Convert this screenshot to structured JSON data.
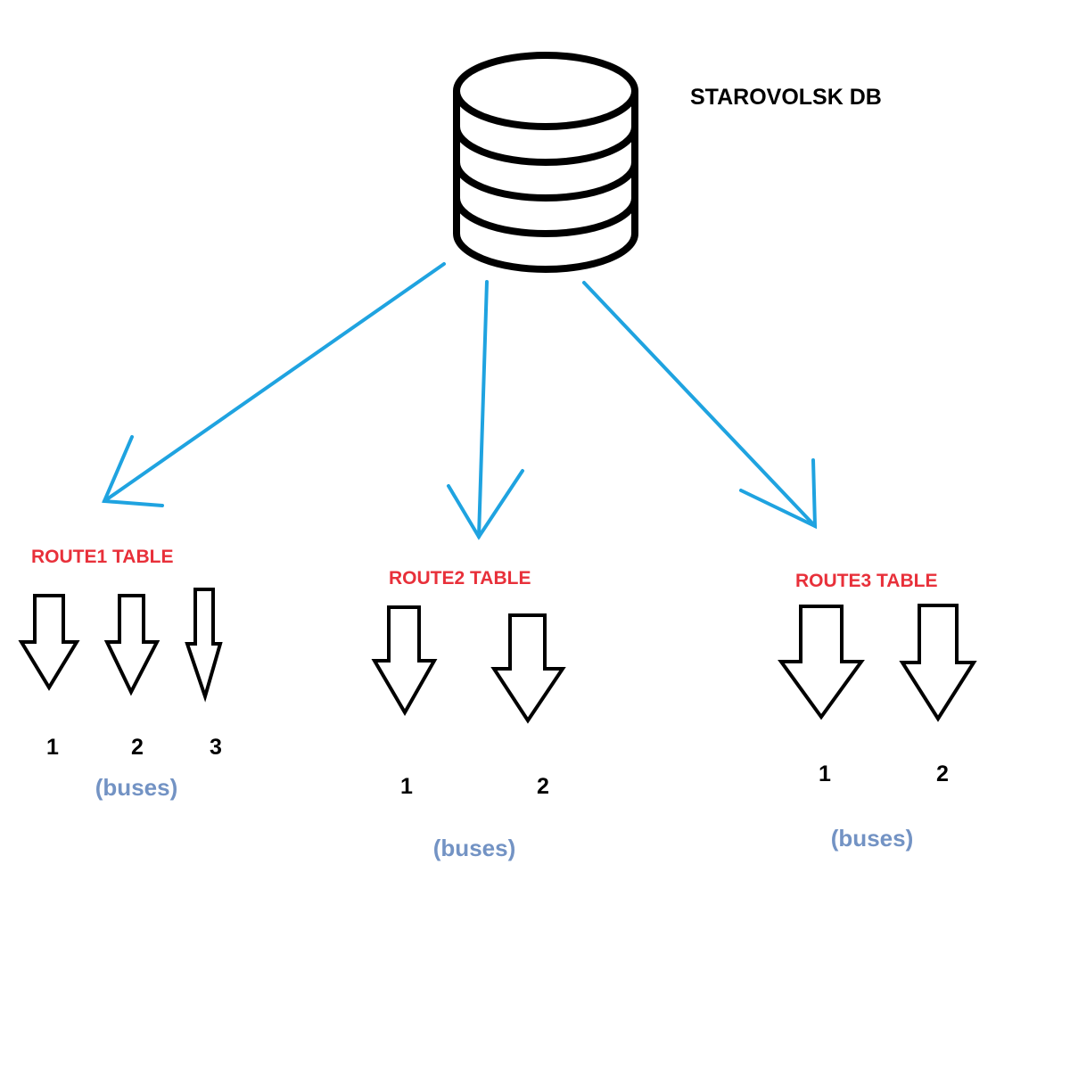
{
  "colors": {
    "connector": "#1fa3e0",
    "route_title": "#e8303a",
    "bus_caption": "#7393c4",
    "outline": "#000000"
  },
  "database": {
    "icon": "database-icon",
    "label": "STAROVOLSK DB"
  },
  "routes": [
    {
      "title": "ROUTE1 TABLE",
      "buses": [
        "1",
        "2",
        "3"
      ],
      "caption": "(buses)"
    },
    {
      "title": "ROUTE2 TABLE",
      "buses": [
        "1",
        "2"
      ],
      "caption": "(buses)"
    },
    {
      "title": "ROUTE3 TABLE",
      "buses": [
        "1",
        "2"
      ],
      "caption": "(buses)"
    }
  ]
}
